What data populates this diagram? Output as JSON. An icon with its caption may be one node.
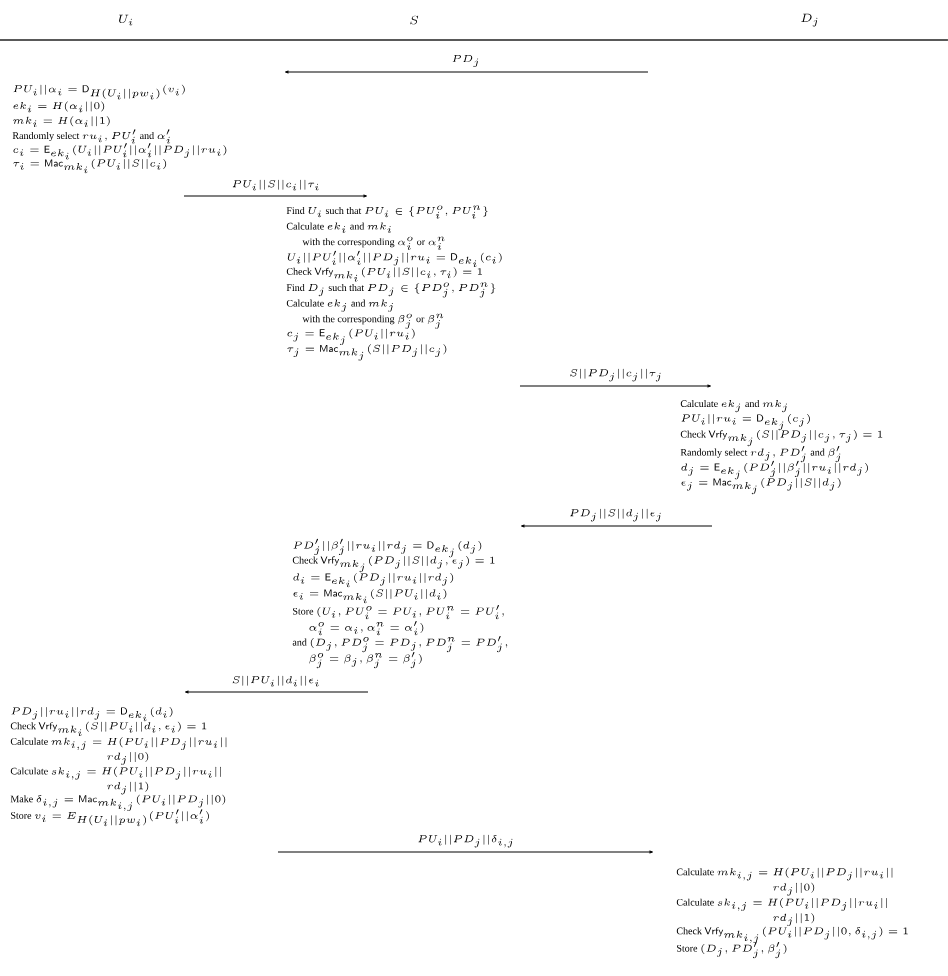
{
  "diagram": {
    "labels": [
      "U_i",
      "S",
      "D_j",
      "PD_j",
      "PU_i||\\alpha_i = \\mathsf{D}_{H(U_i||pw_i)}(v_i)",
      "ek_i = H(\\alpha_i||0)",
      "mk_i = H(\\alpha_i||1)",
      "\\text{Randomly select } ru_i, PU_i' \\text{ and } \\alpha_i'",
      "c_i = \\mathsf{E}_{ek_i}(U_i||PU_i'||\\alpha_i'||PD_j||ru_i)",
      "\\tau_i = \\mathsf{Mac}_{mk_i}(PU_i||S||c_i)",
      "PU_i||S||c_i||\\tau_i",
      "\\text{Find } U_i \\text{ such that } PU_i \\in \\{PU_i^o, PU_i^n\\}",
      "\\text{Calculate } ek_i \\text{ and } mk_i",
      "\\text{with the corresponding } \\alpha_i^o \\text{ or } \\alpha_i^n",
      "U_i||PU_i'||\\alpha_i'||PD_j||ru_i = \\mathsf{D}_{ek_i}(c_i)",
      "\\text{Check } \\mathsf{Vrfy}_{mk_i}(PU_i||S||c_i, \\tau_i) = 1",
      "\\text{Find } D_j \\text{ such that } PD_j \\in \\{PD_j^o, PD_j^n\\}",
      "\\text{Calculate } ek_j \\text{ and } mk_j",
      "\\text{with the corresponding } \\beta_j^o \\text{ or } \\beta_j^n",
      "c_j = \\mathsf{E}_{ek_j}(PU_i||ru_i)",
      "\\tau_j = \\mathsf{Mac}_{mk_j}(S||PD_j||c_j)",
      "S||PD_j||c_j||\\tau_j",
      "\\text{Calculate } ek_j \\text{ and } mk_j",
      "PU_i||ru_i = \\mathsf{D}_{ek_j}(c_j)",
      "\\text{Check } \\mathsf{Vrfy}_{mk_j}(S||PD_j||c_j, \\tau_j) = 1",
      "\\text{Randomly select } rd_j, PD_j' \\text{ and } \\beta_j'",
      "d_j = \\mathsf{E}_{ek_j}(PD_j'||\\beta_j'||ru_i||rd_j)",
      "\\epsilon_j = \\mathsf{Mac}_{mk_j}(PD_j||S||d_j)",
      "PD_j||S||d_j||\\epsilon_j",
      "PD_j'||\\beta_j'||ru_i||rd_j = \\mathsf{D}_{ek_j}(d_j)",
      "\\text{Check } \\mathsf{Vrfy}_{mk_j}(PD_j||S||d_j, \\epsilon_j) = 1",
      "d_i = \\mathsf{E}_{ek_i}(PD_j||ru_i||rd_j)",
      "\\epsilon_i = \\mathsf{Mac}_{mk_i}(S||PU_i||d_i)",
      "\\text{Store } (U_i, PU_i^o = PU_i, PU_i^n = PU_i',",
      "\\alpha_i^o = \\alpha_i, \\alpha_i^n = \\alpha_i')",
      "\\text{and } (D_j, PD_j^o = PD_j, PD_j^n = PD_j',",
      "\\beta_j^o = \\beta_j, \\beta_j^n = \\beta_j')",
      "S||PU_i||d_i||\\epsilon_i",
      "PD_j||ru_i||rd_j = \\mathsf{D}_{ek_i}(d_i)",
      "\\text{Check } \\mathsf{Vrfy}_{mk_i}(S||PU_i||d_i, \\epsilon_i) = 1",
      "\\text{Calculate } mk_{i,j} = H(PU_i||PD_j||ru_i||",
      "rd_j||0)",
      "\\text{Calculate } sk_{i,j} = H(PU_i||PD_j||ru_i||",
      "rd_j||1)",
      "\\text{Make } \\delta_{i,j} = \\mathsf{Mac}_{mk_{i,j}}(PU_i||PD_j||0)",
      "\\text{Store } v_i = E_{H(U_i||pw_i)}(PU_i'||\\alpha_i')",
      "PU_i||PD_j||\\delta_{i,j}",
      "\\text{Calculate } mk_{i,j} = H(PU_i||PD_j||ru_i||",
      "rd_j||0)",
      "\\text{Calculate } sk_{i,j} = H(PU_i||PD_j||ru_i||",
      "rd_j||1)",
      "\\text{Check } \\mathsf{Vrfy}_{mk_{i,j}}(PU_i||PD_j||0, \\delta_{i,j}) = 1",
      "\\text{Store } (D_j, PD_j', \\beta_j')"
    ]
  }
}
